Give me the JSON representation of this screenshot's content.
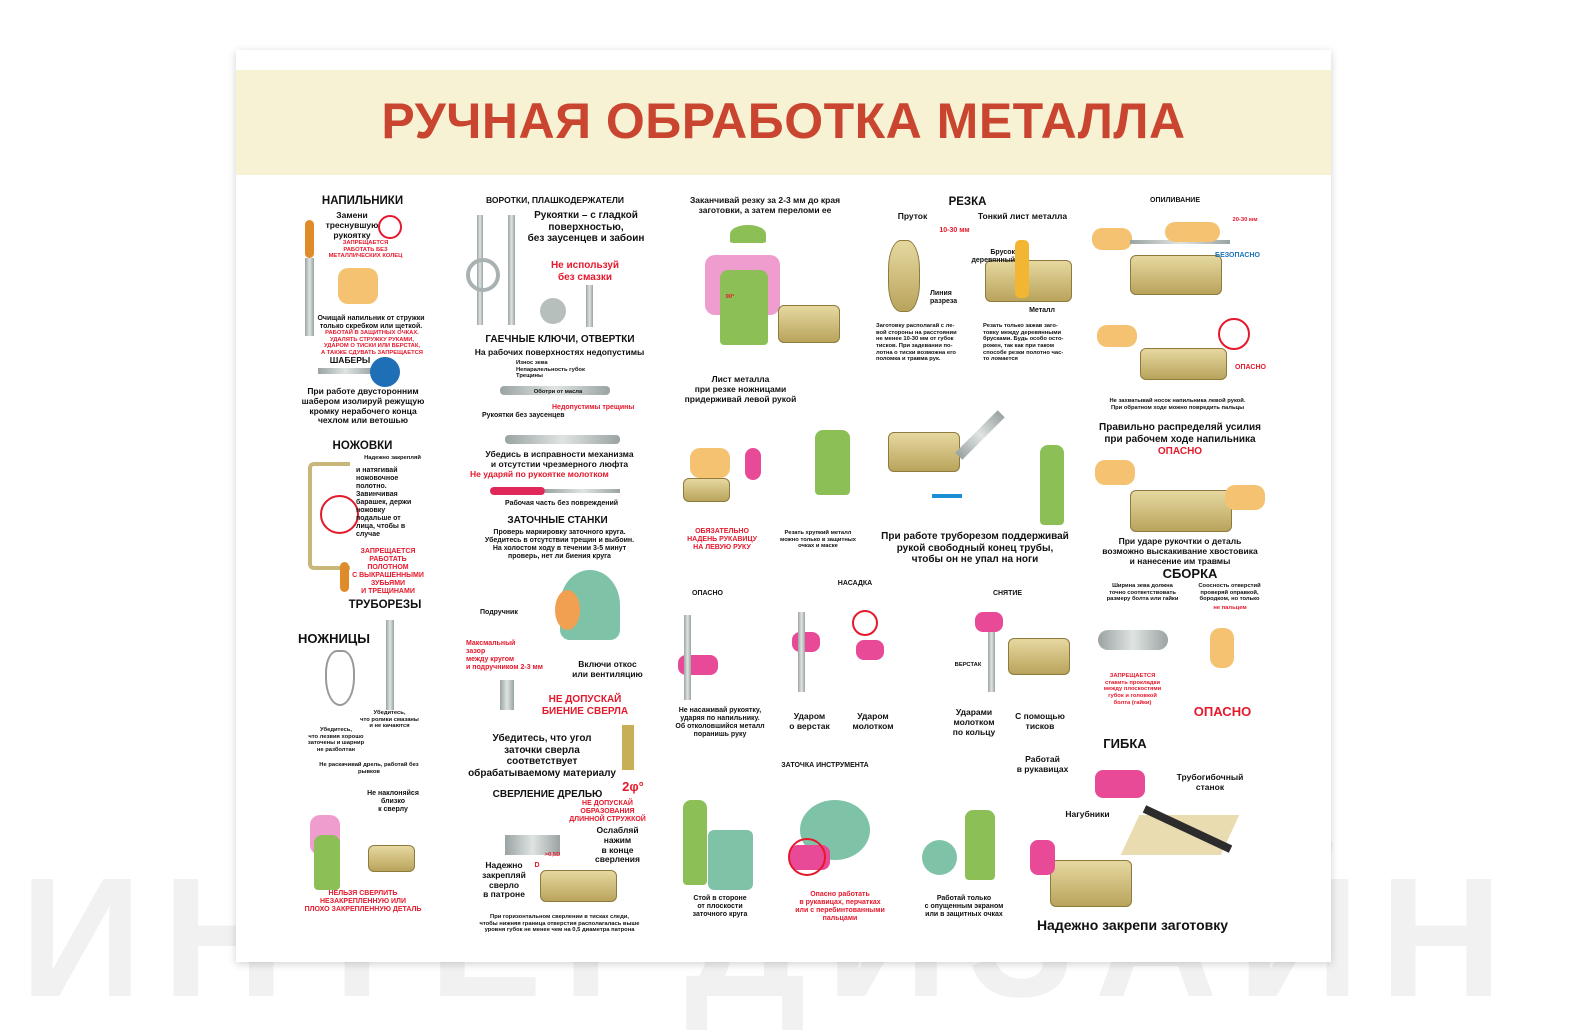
{
  "title": "РУЧНАЯ ОБРАБОТКА МЕТАЛЛА",
  "files": {
    "title": "НАПИЛЬНИКИ",
    "replace": "Замени\nтреснувшую\nрукоятку",
    "warn": "ЗАПРЕЩАЕТСЯ\nРАБОТАТЬ БЕЗ\nМЕТАЛЛИЧЕСКИХ КОЛЕЦ",
    "clean": "Очищай напильник от стружки\nтолько скребком или щеткой.",
    "clean_warn": "РАБОТАЙ В ЗАЩИТНЫХ ОЧКАХ.\nУДАЛЯТЬ СТРУЖКУ РУКАМИ,\nУДАРОМ О ТИСКИ ИЛИ ВЕРСТАК,\nА ТАКЖЕ СДУВАТЬ ЗАПРЕЩАЕТСЯ"
  },
  "scrapers": {
    "title": "ШАБЕРЫ",
    "text": "При работе двусторонним\nшабером изолируй режущую\nкромку нерабочего конца\nчехлом или ветошью"
  },
  "hacksaws": {
    "title": "НОЖОВКИ",
    "note": "Надежно закрепляй",
    "text": "и натягивай\nножовочное\nполотно.\nЗавинчивая\nбарашек, держи\nножовку\nподальше от\nлица, чтобы в\nслучае",
    "warn": "ЗАПРЕЩАЕТСЯ\nРАБОТАТЬ\nПОЛОТНОМ\nС ВЫКРАШЕННЫМИ\nЗУБЬЯМИ\nИ ТРЕЩИНАМИ"
  },
  "pipe_cutters": {
    "title": "ТРУБОРЕЗЫ",
    "note": "Убедитесь,\nчто ролики смазаны\nи не качаются"
  },
  "scissors": {
    "title": "НОЖНИЦЫ",
    "note": "Убедитесь,\nчто лезвия хорошо\nзаточены и шарнир\nне разболтан"
  },
  "drill": {
    "note": "Не раскачивай дрель, работай без\nрывков",
    "lean": "Не наклоняйся\nблизко\nк сверлу",
    "warn": "НЕЛЬЗЯ СВЕРЛИТЬ\nНЕЗАКРЕПЛЕННУЮ ИЛИ\nПЛОХО ЗАКРЕПЛЕННУЮ ДЕТАЛЬ"
  },
  "taps": {
    "title": "ВОРОТКИ, ПЛАШКОДЕРЖАТЕЛИ",
    "handles": "Рукоятки – с гладкой\nповерхностью,\nбез заусенцев и забоин",
    "grease": "Не используй\nбез смазки"
  },
  "wrenches": {
    "title": "ГАЕЧНЫЕ КЛЮЧИ, ОТВЕРТКИ",
    "sub": "На рабочих поверхностях недопустимы",
    "defects": "Износ зева\nНепаралельность губок\nТрещины",
    "wipe": "Оботри от масла",
    "cracks": "Недопустимы трещины",
    "burrs": "Рукоятки без заусенцев",
    "check": "Убедись в исправности механизма\nи отсутстии чрезмерного люфта",
    "hit": "Не ударяй по рукоятке молотком",
    "work": "Рабочая часть без повреждений"
  },
  "grinders": {
    "title": "ЗАТОЧНЫЕ СТАНКИ",
    "text": "Проверь маркировку заточного круга.\nУбедитесь в отсутствии трещин и выбоин.\nНа холостом ходу в течении 3-5 минут\nпроверь, нет ли биения круга",
    "rest": "Подручник",
    "gap": "Максмальный\nзазор\nмежду кругом\nи подручником 2-3 мм",
    "vent": "Включи откос\nили вентиляцию"
  },
  "drill_bit": {
    "runout": "НЕ ДОПУСКАЙ\nБИЕНИЕ СВЕРЛА",
    "angle": "Убедитесь, что угол\nзаточки сверла\nсоответствует\nобрабатываемому материалу",
    "phi": "2φ°"
  },
  "hand_drill": {
    "title": "СВЕРЛЕНИЕ ДРЕЛЬЮ",
    "chip": "НЕ ДОПУСКАЙ\nОБРАЗОВАНИЯ\nДЛИННОЙ СТРУЖКОЙ",
    "ease": "Ослабляй\nнажим\nв конце\nсверления",
    "clamp": "Надежно\nзакрепляй\nсверло\nв патроне",
    "d05": ">0,5D",
    "d": "D",
    "note": "При горизонтальном сверлении в тисках следи,\nчтобы нижняя граница отверстия располагалась выше\nуровня губок не менее чем на 0,5 диаметра патрона"
  },
  "cut": {
    "finish": "Заканчивай резку за 2-3 мм до края\nзаготовки, а затем переломи ее",
    "angle": "90°"
  },
  "sheet": {
    "hold": "Лист металла\nпри резке ножницами\nпридерживай левой рукой",
    "glove": "ОБЯЗАТЕЛЬНО\nНАДЕНЬ РУКАВИЦУ\nНА ЛЕВУЮ РУКУ",
    "glasses": "Резать хрупкий металл\nможно только в защитных\nочках и маске"
  },
  "sawing": {
    "title": "РЕЗКА",
    "rod": "Пруток",
    "thin": "Тонкий лист металла",
    "dist": "10-30 мм",
    "bar": "Брусок\nдеревянный",
    "line": "Линия\nразреза",
    "metal": "Металл",
    "rod_text": "Заготовку располагай с ле-\nвой стороны на расстоянии\nне менее 10-30 мм от губок\nтисков. При задевании по-\nлотна о тиски возможна его\nполомка и травма рук.",
    "thin_text": "Резать только зажав заго-\nтовку между деревянными\nбрусками. Будь особо осто-\nрожен, так как при таком\nспособе резки полотно час-\nто ломается"
  },
  "pipe": {
    "text": "При работе труборезом поддерживай\nрукой свободный конец трубы,\nчтобы он не упал на ноги"
  },
  "filing": {
    "title": "ОПИЛИВАНИЕ",
    "dist": "20-30 мм",
    "safe": "БЕЗОПАСНО",
    "danger": "ОПАСНО",
    "note": "Не захватывай носок напильника левой рукой.\nПри обратном ходе можно повредить пальцы",
    "distribute": "Правильно распределяй усилия\nпри рабочем ходе напильника",
    "danger2": "ОПАСНО",
    "tail": "При ударе рукочтки о деталь\nвозможно выскакивание хвостовика\nи нанесение им травмы"
  },
  "fitting": {
    "danger": "ОПАСНО",
    "title": "НАСАДКА",
    "dont": "Не насаживай рукоятку,\nударяя по напильнику.\nОб отколовшийся металл\nпоранишь руку",
    "bench": "Ударом\nо верстак",
    "hammer": "Ударом\nмолотком"
  },
  "removal": {
    "title": "СНЯТИЕ",
    "bench_label": "ВЕРСТАК",
    "ring": "Ударами\nмолотком\nпо кольцу",
    "vise": "С помощью\nтисков"
  },
  "sharpening": {
    "title": "ЗАТОЧКА ИНСТРУМЕНТА",
    "side": "Стой в стороне\nот плоскости\nзаточного круга",
    "gloves": "Опасно работать\nв рукавицах, перчатках\nили с перебинтованными\nпальцами",
    "screen": "Работай только\nс опущенным экраном\nили в защитных очках"
  },
  "assembly": {
    "title": "СБОРКА",
    "jaw": "Ширина зева должна\nточно соответствовать\nразмеру болта или гайки",
    "align": "Соосность отверстий\nпроверяй оправкой,\nбородком, но только",
    "align_red": "не пальцем",
    "forbid": "ЗАПРЕЩАЕТСЯ\nставить прокладки\nмежду плоскостями\nгубок и головкой\nболта (гайки)",
    "danger": "ОПАСНО"
  },
  "bending": {
    "title": "ГИБКА",
    "gloves": "Работай\nв рукавицах",
    "machine": "Трубогибочный\nстанок",
    "jaws": "Нагубники",
    "secure": "Надежно закрепи заготовку"
  },
  "watermark": "ИНТЕРДИЗАЙН",
  "colors": {
    "title": "#c9452f",
    "band": "#f7f2d3",
    "warn": "#e5182c",
    "safe": "#1a73b8"
  }
}
